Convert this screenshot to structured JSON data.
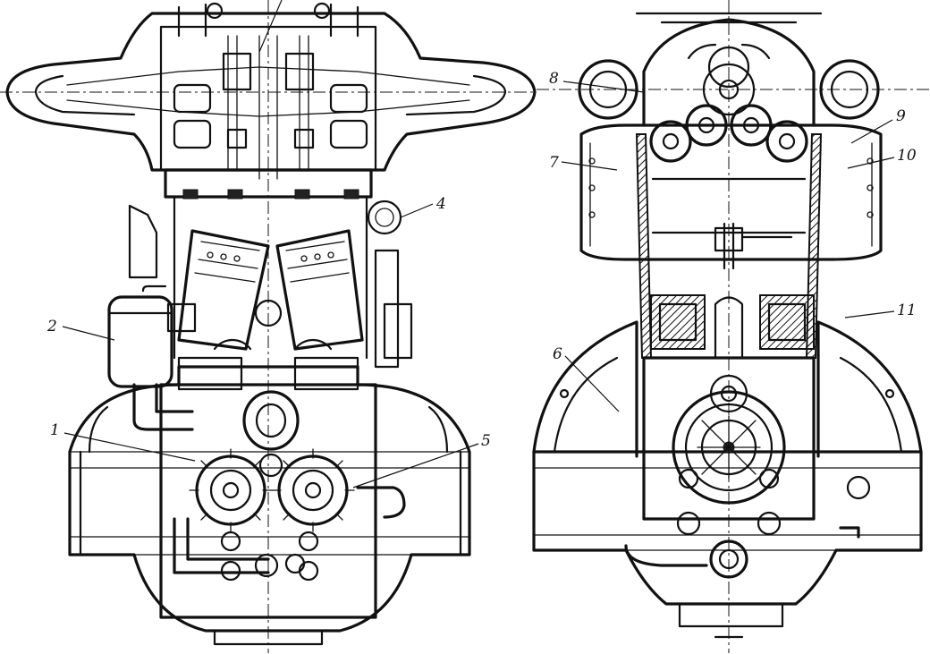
{
  "figure": {
    "left_view_callouts": [
      {
        "id": "1",
        "label": "1"
      },
      {
        "id": "2",
        "label": "2"
      },
      {
        "id": "4",
        "label": "4"
      },
      {
        "id": "5",
        "label": "5"
      }
    ],
    "right_view_callouts": [
      {
        "id": "6",
        "label": "6"
      },
      {
        "id": "7",
        "label": "7"
      },
      {
        "id": "8",
        "label": "8"
      },
      {
        "id": "9",
        "label": "9"
      },
      {
        "id": "10",
        "label": "10"
      },
      {
        "id": "11",
        "label": "11"
      }
    ]
  }
}
